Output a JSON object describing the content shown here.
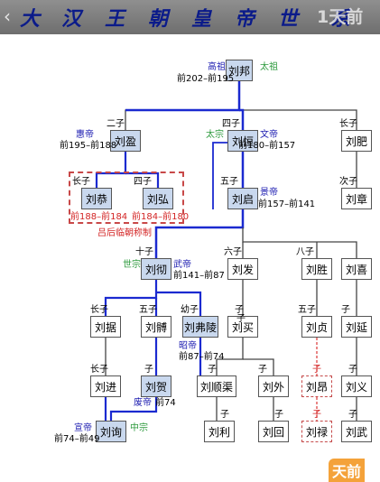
{
  "header": {
    "title_chars": [
      "大",
      "汉",
      "王",
      "朝",
      "皇",
      "帝",
      "世",
      "系"
    ],
    "watermark": "1天前",
    "back_icon": "back-arrow-icon"
  },
  "regency": {
    "label": "吕后临朝称制"
  },
  "corner_badge": "天前",
  "people": [
    {
      "id": "liubang",
      "name": "刘邦",
      "hi": true
    },
    {
      "id": "liuying",
      "name": "刘盈",
      "hi": true
    },
    {
      "id": "liuheng",
      "name": "刘恒",
      "hi": true
    },
    {
      "id": "liufei",
      "name": "刘肥"
    },
    {
      "id": "liugong",
      "name": "刘恭",
      "hi": true
    },
    {
      "id": "liuhong",
      "name": "刘弘",
      "hi": true
    },
    {
      "id": "liuqi",
      "name": "刘启",
      "hi": true
    },
    {
      "id": "liuzhang",
      "name": "刘章"
    },
    {
      "id": "liuche",
      "name": "刘彻",
      "hi": true
    },
    {
      "id": "liufa",
      "name": "刘发"
    },
    {
      "id": "liusheng",
      "name": "刘胜"
    },
    {
      "id": "liuxi",
      "name": "刘喜"
    },
    {
      "id": "liuju",
      "name": "刘据"
    },
    {
      "id": "liubo",
      "name": "刘髆"
    },
    {
      "id": "liufuling",
      "name": "刘弗陵",
      "hi": true
    },
    {
      "id": "liumai",
      "name": "刘买"
    },
    {
      "id": "liuzhen",
      "name": "刘贞"
    },
    {
      "id": "liuyan",
      "name": "刘延"
    },
    {
      "id": "liujin",
      "name": "刘进"
    },
    {
      "id": "liuhe",
      "name": "刘贺",
      "hi": true
    },
    {
      "id": "liuwaiqu",
      "name": "刘顺渠"
    },
    {
      "id": "liuwai",
      "name": "刘外"
    },
    {
      "id": "liuang",
      "name": "刘昂",
      "dashed": true
    },
    {
      "id": "liuyi",
      "name": "刘义"
    },
    {
      "id": "liuxun",
      "name": "刘询",
      "hi": true
    },
    {
      "id": "liuli",
      "name": "刘利"
    },
    {
      "id": "liuhui",
      "name": "刘回"
    },
    {
      "id": "liulu",
      "name": "刘禄",
      "dashed": true
    },
    {
      "id": "liuwu",
      "name": "刘武"
    }
  ],
  "labels": [
    {
      "t": "高祖",
      "c": "blue"
    },
    {
      "t": "太祖",
      "c": "green"
    },
    {
      "t": "前202–前195",
      "c": "dark"
    },
    {
      "t": "二子",
      "c": "dark"
    },
    {
      "t": "惠帝",
      "c": "blue"
    },
    {
      "t": "前195–前188",
      "c": "dark"
    },
    {
      "t": "四子",
      "c": "dark"
    },
    {
      "t": "太宗",
      "c": "green"
    },
    {
      "t": "文帝",
      "c": "blue"
    },
    {
      "t": "前180–前157",
      "c": "dark"
    },
    {
      "t": "长子",
      "c": "dark"
    },
    {
      "t": "长子",
      "c": "dark"
    },
    {
      "t": "四子",
      "c": "dark"
    },
    {
      "t": "前188–前184",
      "c": "red"
    },
    {
      "t": "前184–前180",
      "c": "red"
    },
    {
      "t": "五子",
      "c": "dark"
    },
    {
      "t": "景帝",
      "c": "blue"
    },
    {
      "t": "前157–前141",
      "c": "dark"
    },
    {
      "t": "次子",
      "c": "dark"
    },
    {
      "t": "十子",
      "c": "dark"
    },
    {
      "t": "世宗",
      "c": "green"
    },
    {
      "t": "武帝",
      "c": "blue"
    },
    {
      "t": "前141–前87",
      "c": "dark"
    },
    {
      "t": "六子",
      "c": "dark"
    },
    {
      "t": "八子",
      "c": "dark"
    },
    {
      "t": "子",
      "c": "dark"
    },
    {
      "t": "长子",
      "c": "dark"
    },
    {
      "t": "五子",
      "c": "dark"
    },
    {
      "t": "幼子",
      "c": "dark"
    },
    {
      "t": "子",
      "c": "dark"
    },
    {
      "t": "五子",
      "c": "dark"
    },
    {
      "t": "子",
      "c": "dark"
    },
    {
      "t": "昭帝",
      "c": "blue"
    },
    {
      "t": "前87–前74",
      "c": "dark"
    },
    {
      "t": "长子",
      "c": "dark"
    },
    {
      "t": "子",
      "c": "dark"
    },
    {
      "t": "子",
      "c": "dark"
    },
    {
      "t": "子",
      "c": "dark"
    },
    {
      "t": "子",
      "c": "red"
    },
    {
      "t": "子",
      "c": "dark"
    },
    {
      "t": "废帝",
      "c": "blue"
    },
    {
      "t": "前74",
      "c": "dark"
    },
    {
      "t": "宣帝",
      "c": "blue"
    },
    {
      "t": "中宗",
      "c": "green"
    },
    {
      "t": "前74–前49",
      "c": "dark"
    },
    {
      "t": "子",
      "c": "dark"
    },
    {
      "t": "子",
      "c": "dark"
    },
    {
      "t": "子",
      "c": "red"
    },
    {
      "t": "子",
      "c": "dark"
    }
  ]
}
